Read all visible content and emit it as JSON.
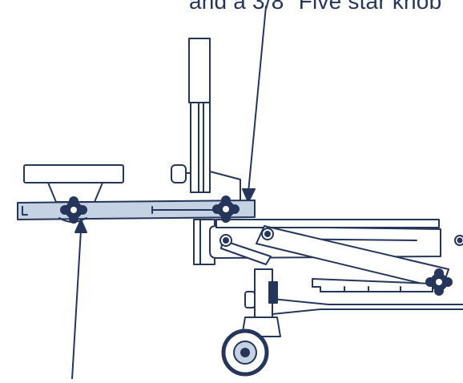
{
  "diagram": {
    "caption_text": "and a 3/8\" Five star knob",
    "colors": {
      "line": "#25365a",
      "highlight_fill": "#c5d2e3",
      "background": "#ffffff"
    },
    "parts": [
      {
        "id": "platform-block",
        "label": ""
      },
      {
        "id": "horizontal-slide-bar",
        "label": ""
      },
      {
        "id": "vertical-post",
        "label": ""
      },
      {
        "id": "five-star-knob",
        "label": ""
      },
      {
        "id": "articulating-arm",
        "label": ""
      },
      {
        "id": "caster-wheel",
        "label": ""
      }
    ]
  }
}
